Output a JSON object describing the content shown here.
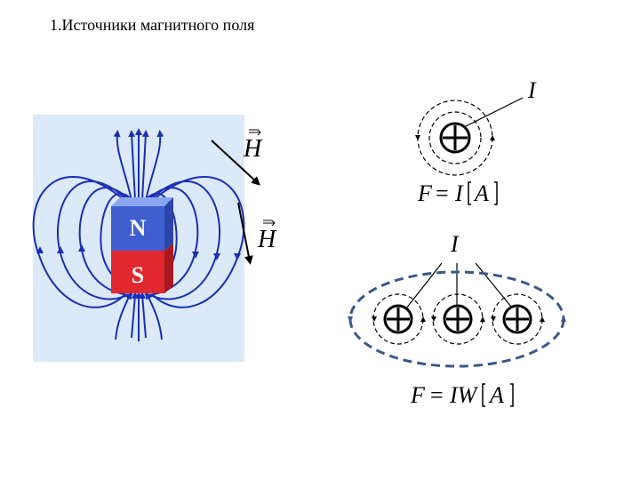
{
  "title": "1.Источники магнитного поля",
  "magnet": {
    "north_label": "N",
    "south_label": "S",
    "north_color": "#3f5fd0",
    "south_color": "#e0282e",
    "field_line_color": "#1a2fb5",
    "background_color": "#dbe9f8"
  },
  "field_vector_symbol": "H",
  "single_conductor": {
    "current_label": "I",
    "formula": {
      "lhs": "F",
      "eq": "=",
      "value": "I",
      "unit": "A"
    }
  },
  "coil": {
    "current_label": "I",
    "formula": {
      "lhs": "F",
      "eq": "=",
      "value": "IW",
      "unit": "A"
    },
    "outer_loop_color": "#3a5888"
  }
}
